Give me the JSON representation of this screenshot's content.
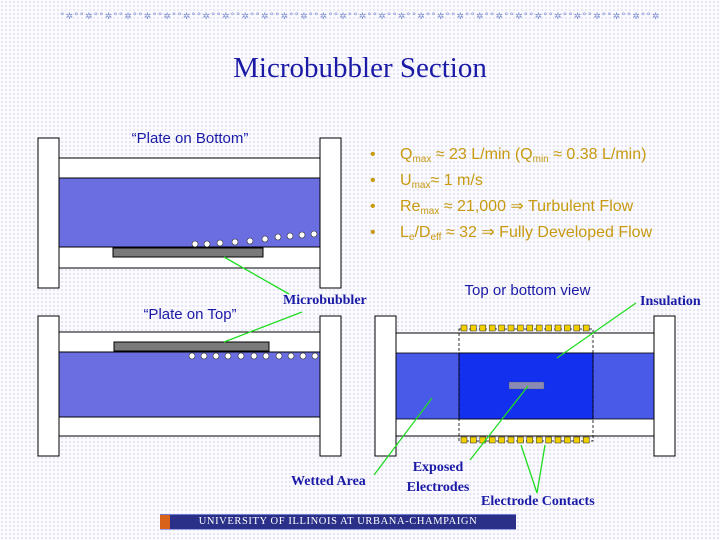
{
  "slide": {
    "border_pattern": "°✲°°✲°°✲°°✲°°✲°°✲°°✲°°✲°°✲°°✲°°✲°°✲°°✲°°✲°°✲°°✲°°✲°°✲°°✲°°✲°°✲°°✲°°✲°°✲°°✲°°✲°°✲°°✲°°✲°°✲°°✲°°✲°°✲°°✲°",
    "title": "Microbubbler Section"
  },
  "captions": {
    "plate_on_bottom": "“Plate on Bottom”",
    "plate_on_top": "“Plate on Top”",
    "top_bottom_view": "Top or bottom view"
  },
  "specs": {
    "bullet": "•",
    "qmax": {
      "sym": "Q",
      "sub": "max",
      "eq": " ≈ 23 L/min (Q",
      "sub2": "min",
      "rest": " ≈ 0.38 L/min)"
    },
    "umax": {
      "sym": "U",
      "sub": "max",
      "rest": "≈ 1 m/s"
    },
    "remax": {
      "sym": "Re",
      "sub": "max",
      "rest": " ≈ 21,000  ⇒ Turbulent Flow"
    },
    "ledeff": {
      "sym": "L",
      "sub": "e",
      "mid": "/D",
      "sub2": "eff",
      "rest": " ≈ 32 ⇒ Fully Developed Flow"
    }
  },
  "labels": {
    "microbubbler": "Microbubbler",
    "insulation": "Insulation",
    "wetted_area": "Wetted Area",
    "exposed_line1": "Exposed",
    "exposed_line2": "Electrodes",
    "electrode_contacts": "Electrode Contacts"
  },
  "footer": {
    "text": "UNIVERSITY OF ILLINOIS AT URBANA-CHAMPAIGN"
  },
  "colors": {
    "water": "#6a6ee0",
    "wetted_area": "#4a5ae8",
    "electrode": "#1330ee",
    "plate": "#7a7a7a",
    "contact": "#f0d000",
    "leader": "#22dd22",
    "title": "#1a1aa6",
    "bullet_text": "#c89a10"
  }
}
